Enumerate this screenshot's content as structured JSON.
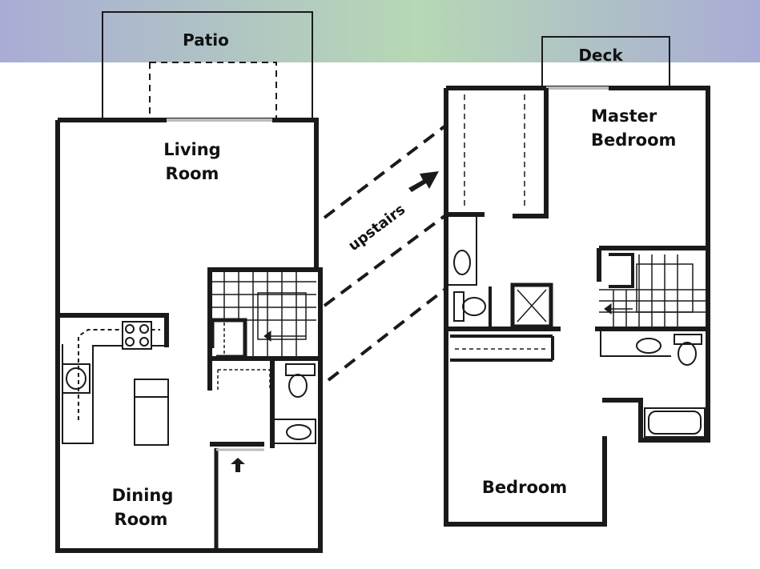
{
  "labels": {
    "patio": "Patio",
    "living_1": "Living",
    "living_2": "Room",
    "dining_1": "Dining",
    "dining_2": "Room",
    "deck": "Deck",
    "master_1": "Master",
    "master_2": "Bedroom",
    "bedroom": "Bedroom",
    "upstairs": "upstairs"
  },
  "colors": {
    "wall": "#1a1a1a",
    "banner_left": "#a9acd6",
    "banner_mid": "#b6d8b4",
    "banner_right": "#a9acd6",
    "fixture": "#222222"
  }
}
